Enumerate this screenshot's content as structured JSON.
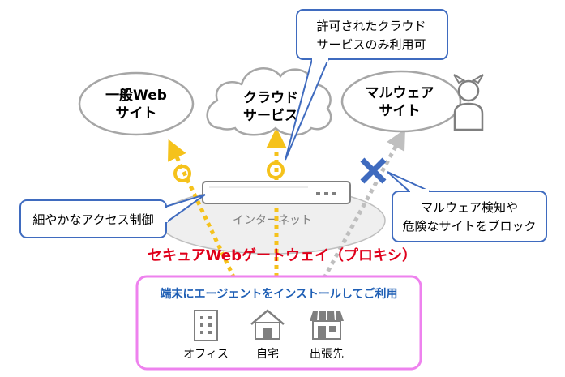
{
  "nodes": {
    "general_web": {
      "line1": "一般Web",
      "line2": "サイト"
    },
    "cloud_service": {
      "line1": "クラウド",
      "line2": "サービス"
    },
    "malware_site": {
      "line1": "マルウェア",
      "line2": "サイト"
    }
  },
  "internet_label": "インターネット",
  "gateway_title": "セキュアWebゲートウェイ（プロキシ）",
  "callouts": {
    "cloud_only": {
      "line1": "許可されたクラウド",
      "line2": "サービスのみ利用可"
    },
    "fine_control": "細やかなアクセス制御",
    "malware_block": {
      "line1": "マルウェア検知や",
      "line2": "危険なサイトをブロック"
    }
  },
  "endpoint_box": {
    "title": "端末にエージェントをインストールしてご利用",
    "items": [
      {
        "icon": "office-building-icon",
        "label": "オフィス"
      },
      {
        "icon": "house-icon",
        "label": "自宅"
      },
      {
        "icon": "store-icon",
        "label": "出張先"
      }
    ]
  },
  "colors": {
    "allow": "#f5c21b",
    "block": "#3f6bbf",
    "callout_border": "#3f6bbf",
    "gateway_text": "#e0001b",
    "box_border": "#ee82ee",
    "box_title": "#1f5fb5",
    "node_border": "#a6a6a6",
    "internet_fill": "#efefef",
    "path_gray": "#bfbfbf"
  }
}
